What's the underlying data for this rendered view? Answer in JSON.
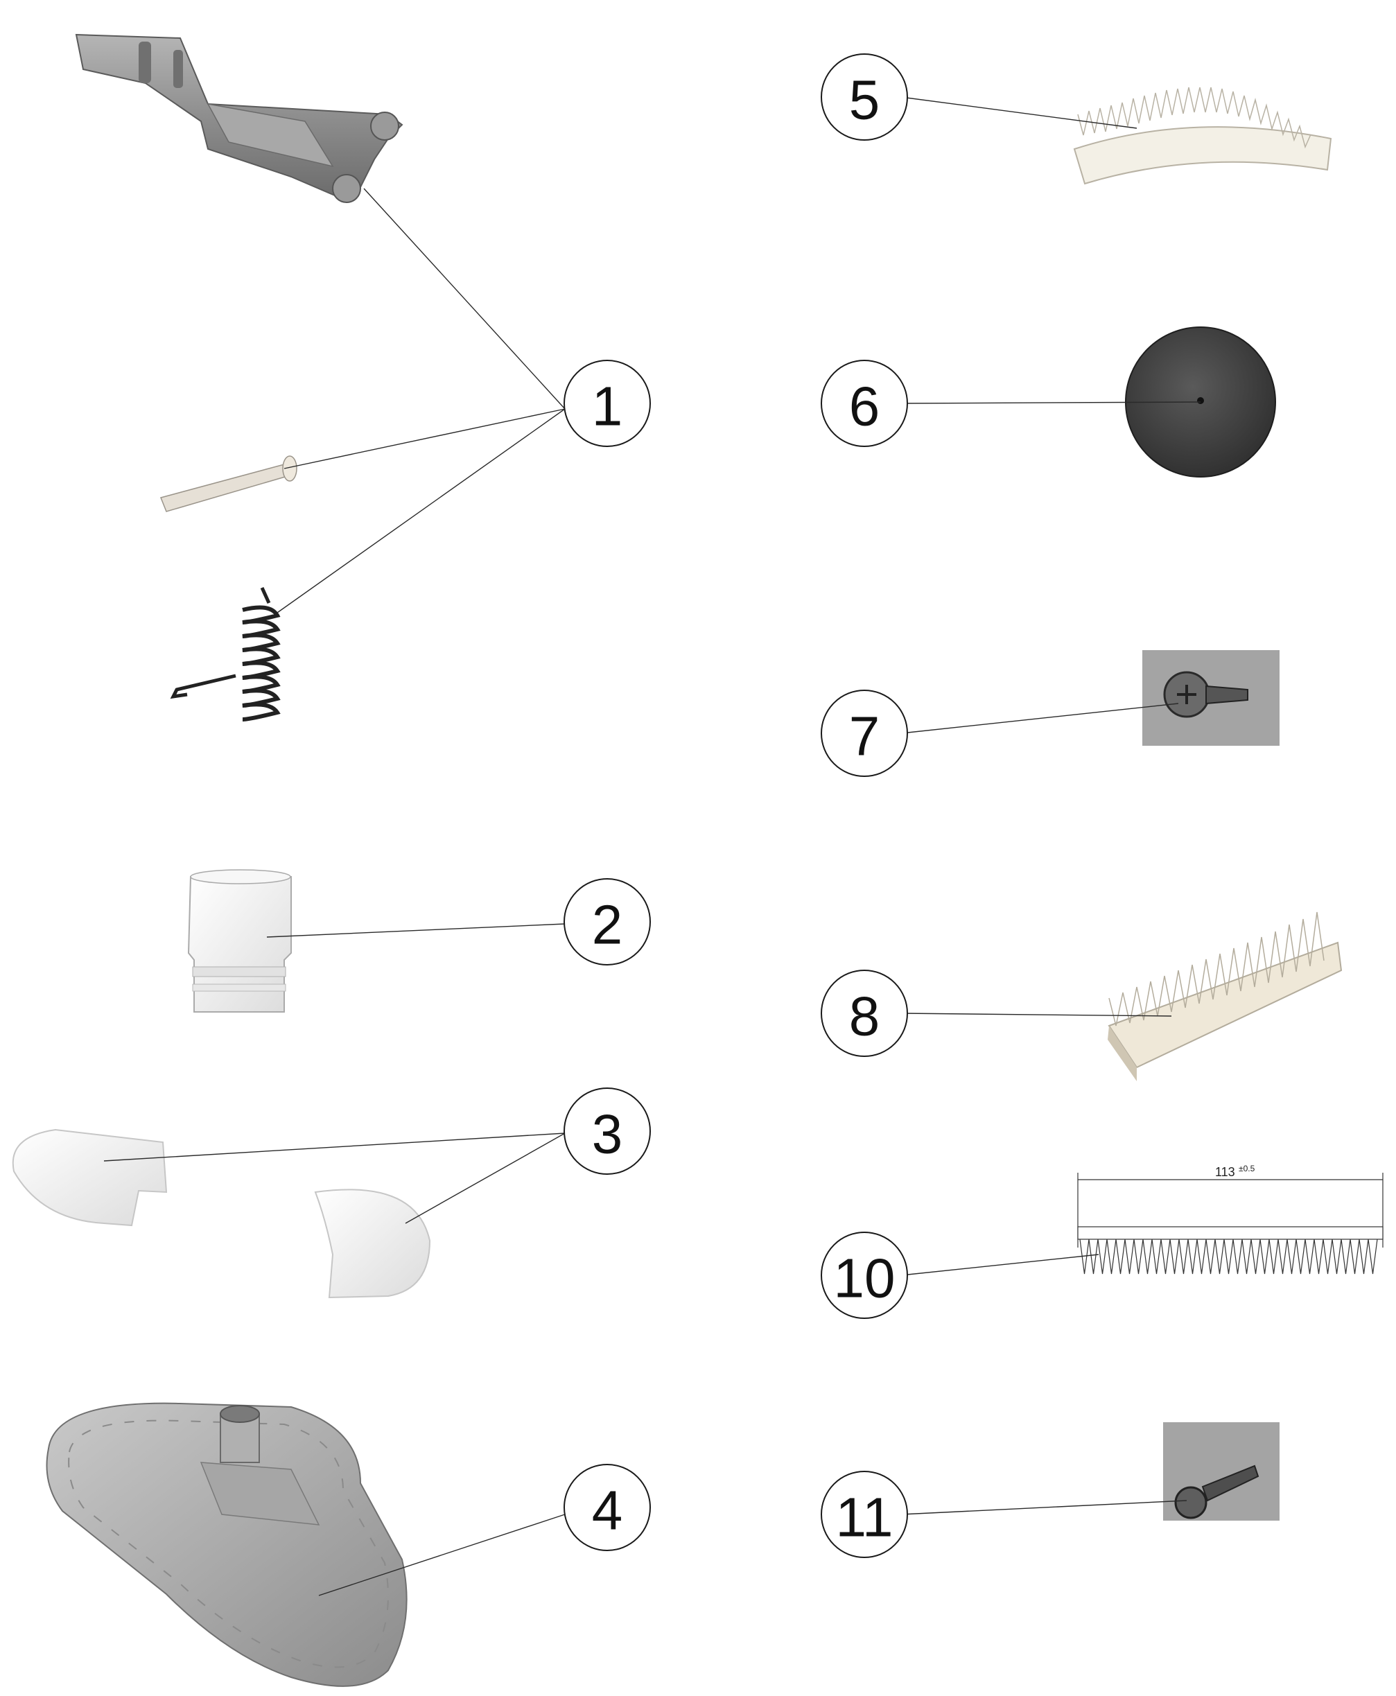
{
  "callouts": [
    {
      "id": "1",
      "label": "1"
    },
    {
      "id": "2",
      "label": "2"
    },
    {
      "id": "3",
      "label": "3"
    },
    {
      "id": "4",
      "label": "4"
    },
    {
      "id": "5",
      "label": "5"
    },
    {
      "id": "6",
      "label": "6"
    },
    {
      "id": "7",
      "label": "7"
    },
    {
      "id": "8",
      "label": "8"
    },
    {
      "id": "10",
      "label": "10"
    },
    {
      "id": "11",
      "label": "11"
    }
  ],
  "dimension": {
    "value": "113",
    "tolerance": "±0.5"
  },
  "colors": {
    "background": "#ffffff",
    "line": "#2a2a2a",
    "part_gray": "#8a8a8a",
    "part_dark": "#3a3a3a",
    "part_white": "#f2f2f2"
  }
}
